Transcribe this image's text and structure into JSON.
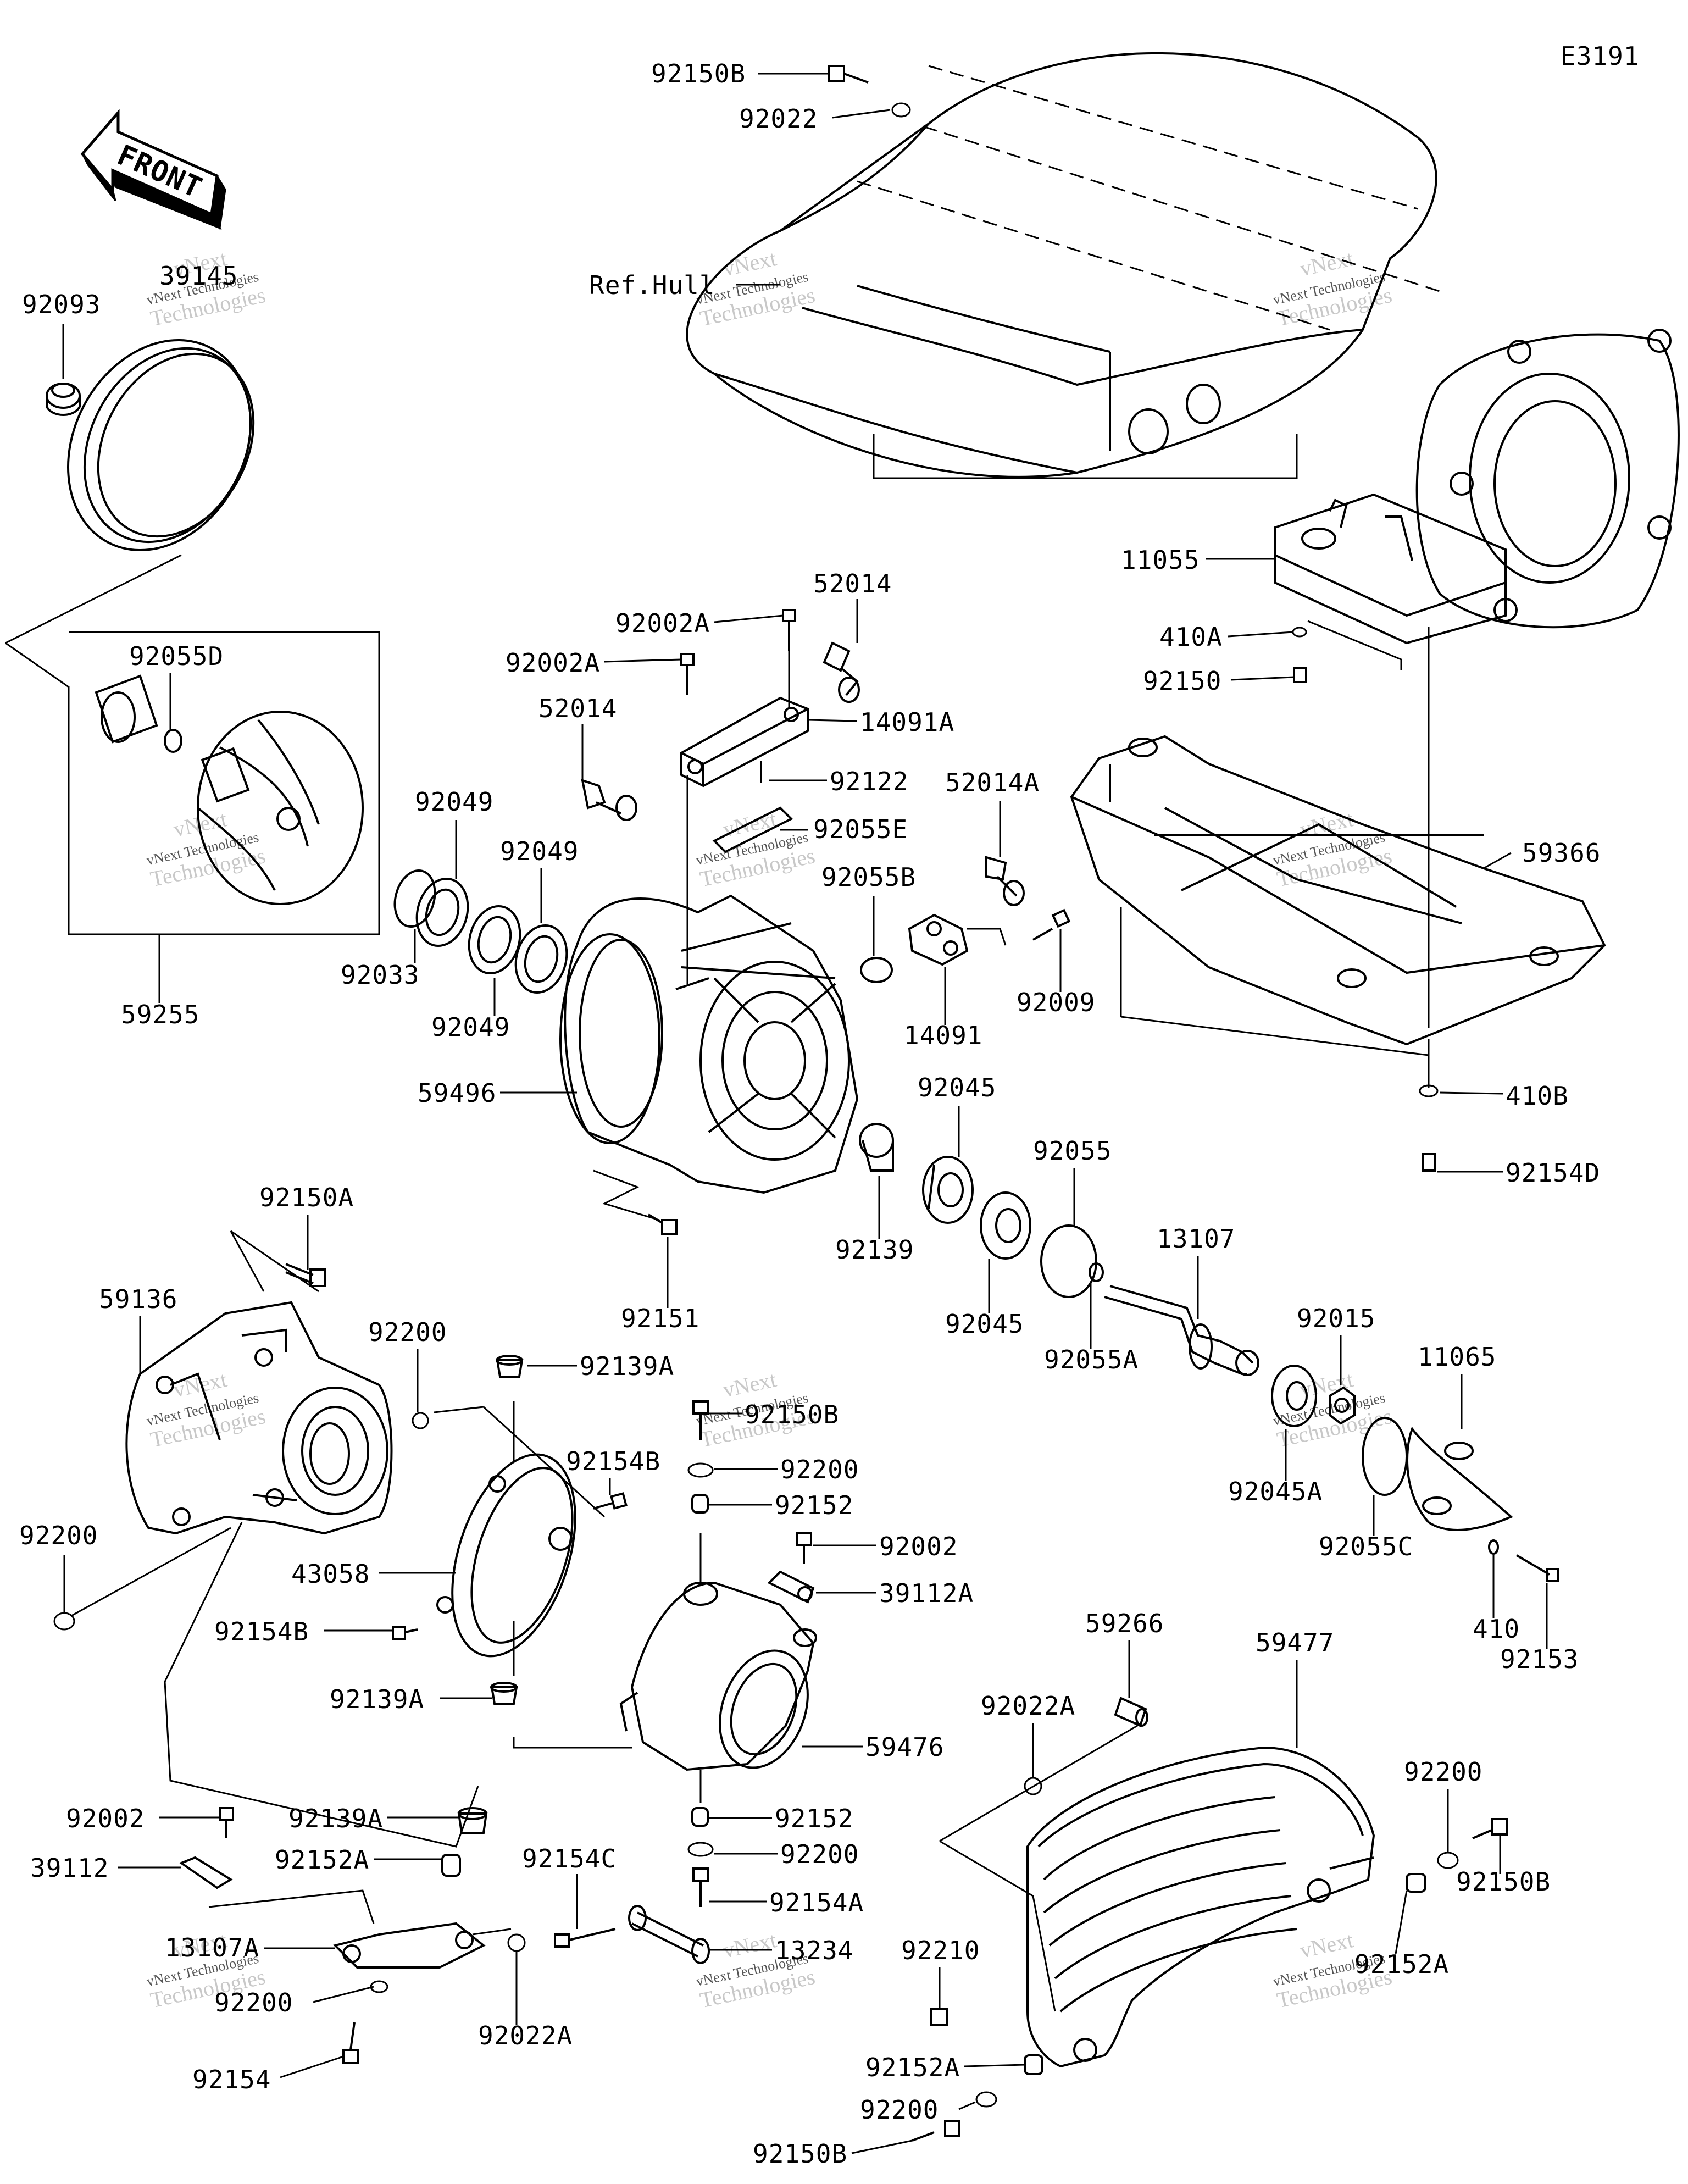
{
  "diagram": {
    "code": "E3191",
    "front_label": "FRONT",
    "ref_label": "Ref.Hull",
    "watermark_top": "vNext Technologies",
    "watermark_bottom": "Technologies",
    "labels": [
      {
        "id": "92150B-top",
        "text": "92150B"
      },
      {
        "id": "92022-top",
        "text": "92022"
      },
      {
        "id": "39145",
        "text": "39145"
      },
      {
        "id": "92093",
        "text": "92093"
      },
      {
        "id": "11055",
        "text": "11055"
      },
      {
        "id": "410A",
        "text": "410A"
      },
      {
        "id": "92150",
        "text": "92150"
      },
      {
        "id": "52014-a",
        "text": "52014"
      },
      {
        "id": "92002A-a",
        "text": "92002A"
      },
      {
        "id": "92002A-b",
        "text": "92002A"
      },
      {
        "id": "52014-b",
        "text": "52014"
      },
      {
        "id": "14091A",
        "text": "14091A"
      },
      {
        "id": "92122",
        "text": "92122"
      },
      {
        "id": "92055D",
        "text": "92055D"
      },
      {
        "id": "92049-a",
        "text": "92049"
      },
      {
        "id": "92049-b",
        "text": "92049"
      },
      {
        "id": "92049-c",
        "text": "92049"
      },
      {
        "id": "92033",
        "text": "92033"
      },
      {
        "id": "59255",
        "text": "59255"
      },
      {
        "id": "92055E",
        "text": "92055E"
      },
      {
        "id": "52014A",
        "text": "52014A"
      },
      {
        "id": "92055B",
        "text": "92055B"
      },
      {
        "id": "59366",
        "text": "59366"
      },
      {
        "id": "14091",
        "text": "14091"
      },
      {
        "id": "92009",
        "text": "92009"
      },
      {
        "id": "59496",
        "text": "59496"
      },
      {
        "id": "92045-a",
        "text": "92045"
      },
      {
        "id": "92055",
        "text": "92055"
      },
      {
        "id": "410B",
        "text": "410B"
      },
      {
        "id": "92154D",
        "text": "92154D"
      },
      {
        "id": "92150A",
        "text": "92150A"
      },
      {
        "id": "92139",
        "text": "92139"
      },
      {
        "id": "13107",
        "text": "13107"
      },
      {
        "id": "59136",
        "text": "59136"
      },
      {
        "id": "92151",
        "text": "92151"
      },
      {
        "id": "92045-b",
        "text": "92045"
      },
      {
        "id": "92055A",
        "text": "92055A"
      },
      {
        "id": "92015",
        "text": "92015"
      },
      {
        "id": "92200-a",
        "text": "92200"
      },
      {
        "id": "92139A-a",
        "text": "92139A"
      },
      {
        "id": "11065",
        "text": "11065"
      },
      {
        "id": "92154B-a",
        "text": "92154B"
      },
      {
        "id": "92150B-mid",
        "text": "92150B"
      },
      {
        "id": "92200-b",
        "text": "92200"
      },
      {
        "id": "92045A",
        "text": "92045A"
      },
      {
        "id": "92152-a",
        "text": "92152"
      },
      {
        "id": "92055C",
        "text": "92055C"
      },
      {
        "id": "92200-c",
        "text": "92200"
      },
      {
        "id": "92002-a",
        "text": "92002"
      },
      {
        "id": "43058",
        "text": "43058"
      },
      {
        "id": "39112A",
        "text": "39112A"
      },
      {
        "id": "410",
        "text": "410"
      },
      {
        "id": "92153",
        "text": "92153"
      },
      {
        "id": "92154B-b",
        "text": "92154B"
      },
      {
        "id": "59266",
        "text": "59266"
      },
      {
        "id": "92139A-b",
        "text": "92139A"
      },
      {
        "id": "92022A-a",
        "text": "92022A"
      },
      {
        "id": "59477",
        "text": "59477"
      },
      {
        "id": "59476",
        "text": "59476"
      },
      {
        "id": "92200-d",
        "text": "92200"
      },
      {
        "id": "92002-b",
        "text": "92002"
      },
      {
        "id": "92139A-c",
        "text": "92139A"
      },
      {
        "id": "92152-b",
        "text": "92152"
      },
      {
        "id": "39112",
        "text": "39112"
      },
      {
        "id": "92152A-a",
        "text": "92152A"
      },
      {
        "id": "92154C",
        "text": "92154C"
      },
      {
        "id": "92200-e",
        "text": "92200"
      },
      {
        "id": "92150B-r",
        "text": "92150B"
      },
      {
        "id": "92154A",
        "text": "92154A"
      },
      {
        "id": "13107A",
        "text": "13107A"
      },
      {
        "id": "92210",
        "text": "92210"
      },
      {
        "id": "92152A-b",
        "text": "92152A"
      },
      {
        "id": "13234",
        "text": "13234"
      },
      {
        "id": "92200-f",
        "text": "92200"
      },
      {
        "id": "92022A-b",
        "text": "92022A"
      },
      {
        "id": "92154",
        "text": "92154"
      },
      {
        "id": "92152A-c",
        "text": "92152A"
      },
      {
        "id": "92200-g",
        "text": "92200"
      },
      {
        "id": "92150B-bot",
        "text": "92150B"
      }
    ]
  }
}
